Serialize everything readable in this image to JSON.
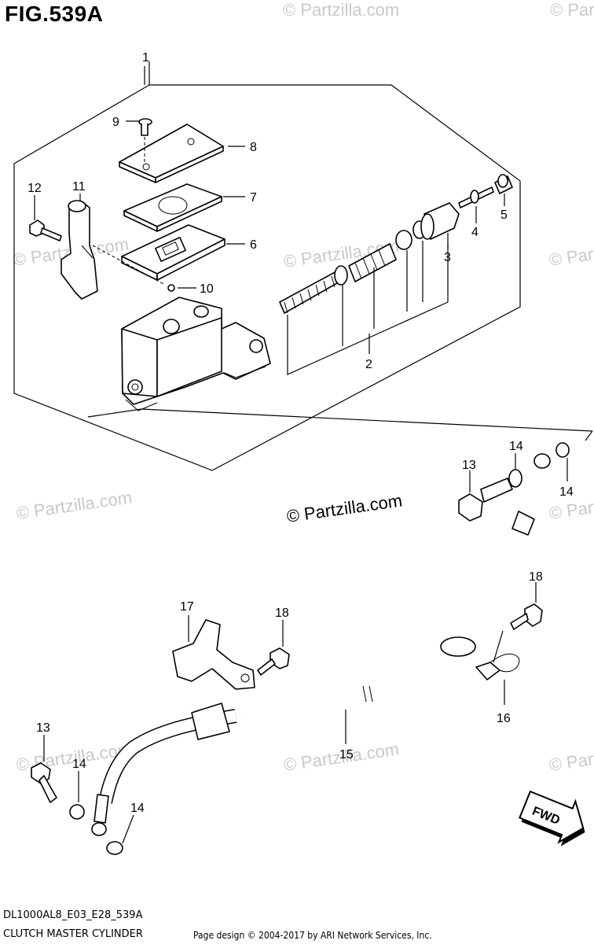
{
  "figure": {
    "title": "FIG.539A",
    "model_code": "DL1000AL8_E03_E28_539A",
    "assembly_name": "CLUTCH MASTER CYLINDER",
    "credit": "Page design © 2004-2017 by ARI Network Services, Inc."
  },
  "watermark": {
    "main": "© Partzilla.com",
    "faint": "© Partzilla.com"
  },
  "callouts": [
    "1",
    "2",
    "3",
    "4",
    "5",
    "6",
    "7",
    "8",
    "9",
    "10",
    "11",
    "12",
    "13",
    "14",
    "14",
    "13",
    "14",
    "14",
    "15",
    "16",
    "17",
    "18",
    "18"
  ],
  "direction_badge": "FWD"
}
